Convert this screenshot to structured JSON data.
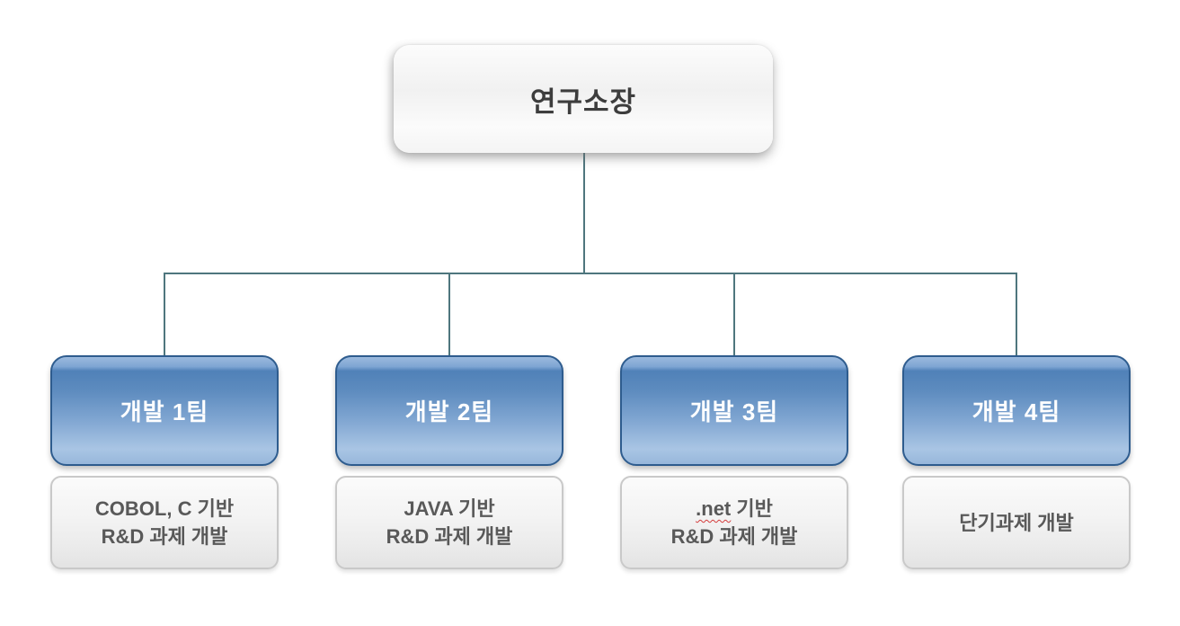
{
  "chart": {
    "type": "org-chart",
    "root": {
      "label": "연구소장"
    },
    "teams": [
      {
        "label": "개발 1팀",
        "line1": "COBOL, C 기반",
        "line2": "R&D 과제 개발"
      },
      {
        "label": "개발 2팀",
        "line1": "JAVA 기반",
        "line2": "R&D 과제 개발"
      },
      {
        "label": "개발 3팀",
        "line1_flagged": ".net",
        "line1_rest": " 기반",
        "line2": "R&D 과제 개발"
      },
      {
        "label": "개발 4팀",
        "line1": "단기과제 개발"
      }
    ]
  },
  "colors": {
    "background": "#ffffff",
    "connector_line": "#4e767e",
    "team_border": "#2e5c8e",
    "team_fill_top": "#5081b8",
    "team_fill_bottom": "#a9c5e4",
    "team_text": "#ffffff",
    "desc_border": "#c9c9c9",
    "desc_fill": "#efefef",
    "desc_text": "#595959",
    "root_text": "#3d3d3d",
    "spellcheck_underline": "#d43b3b"
  }
}
